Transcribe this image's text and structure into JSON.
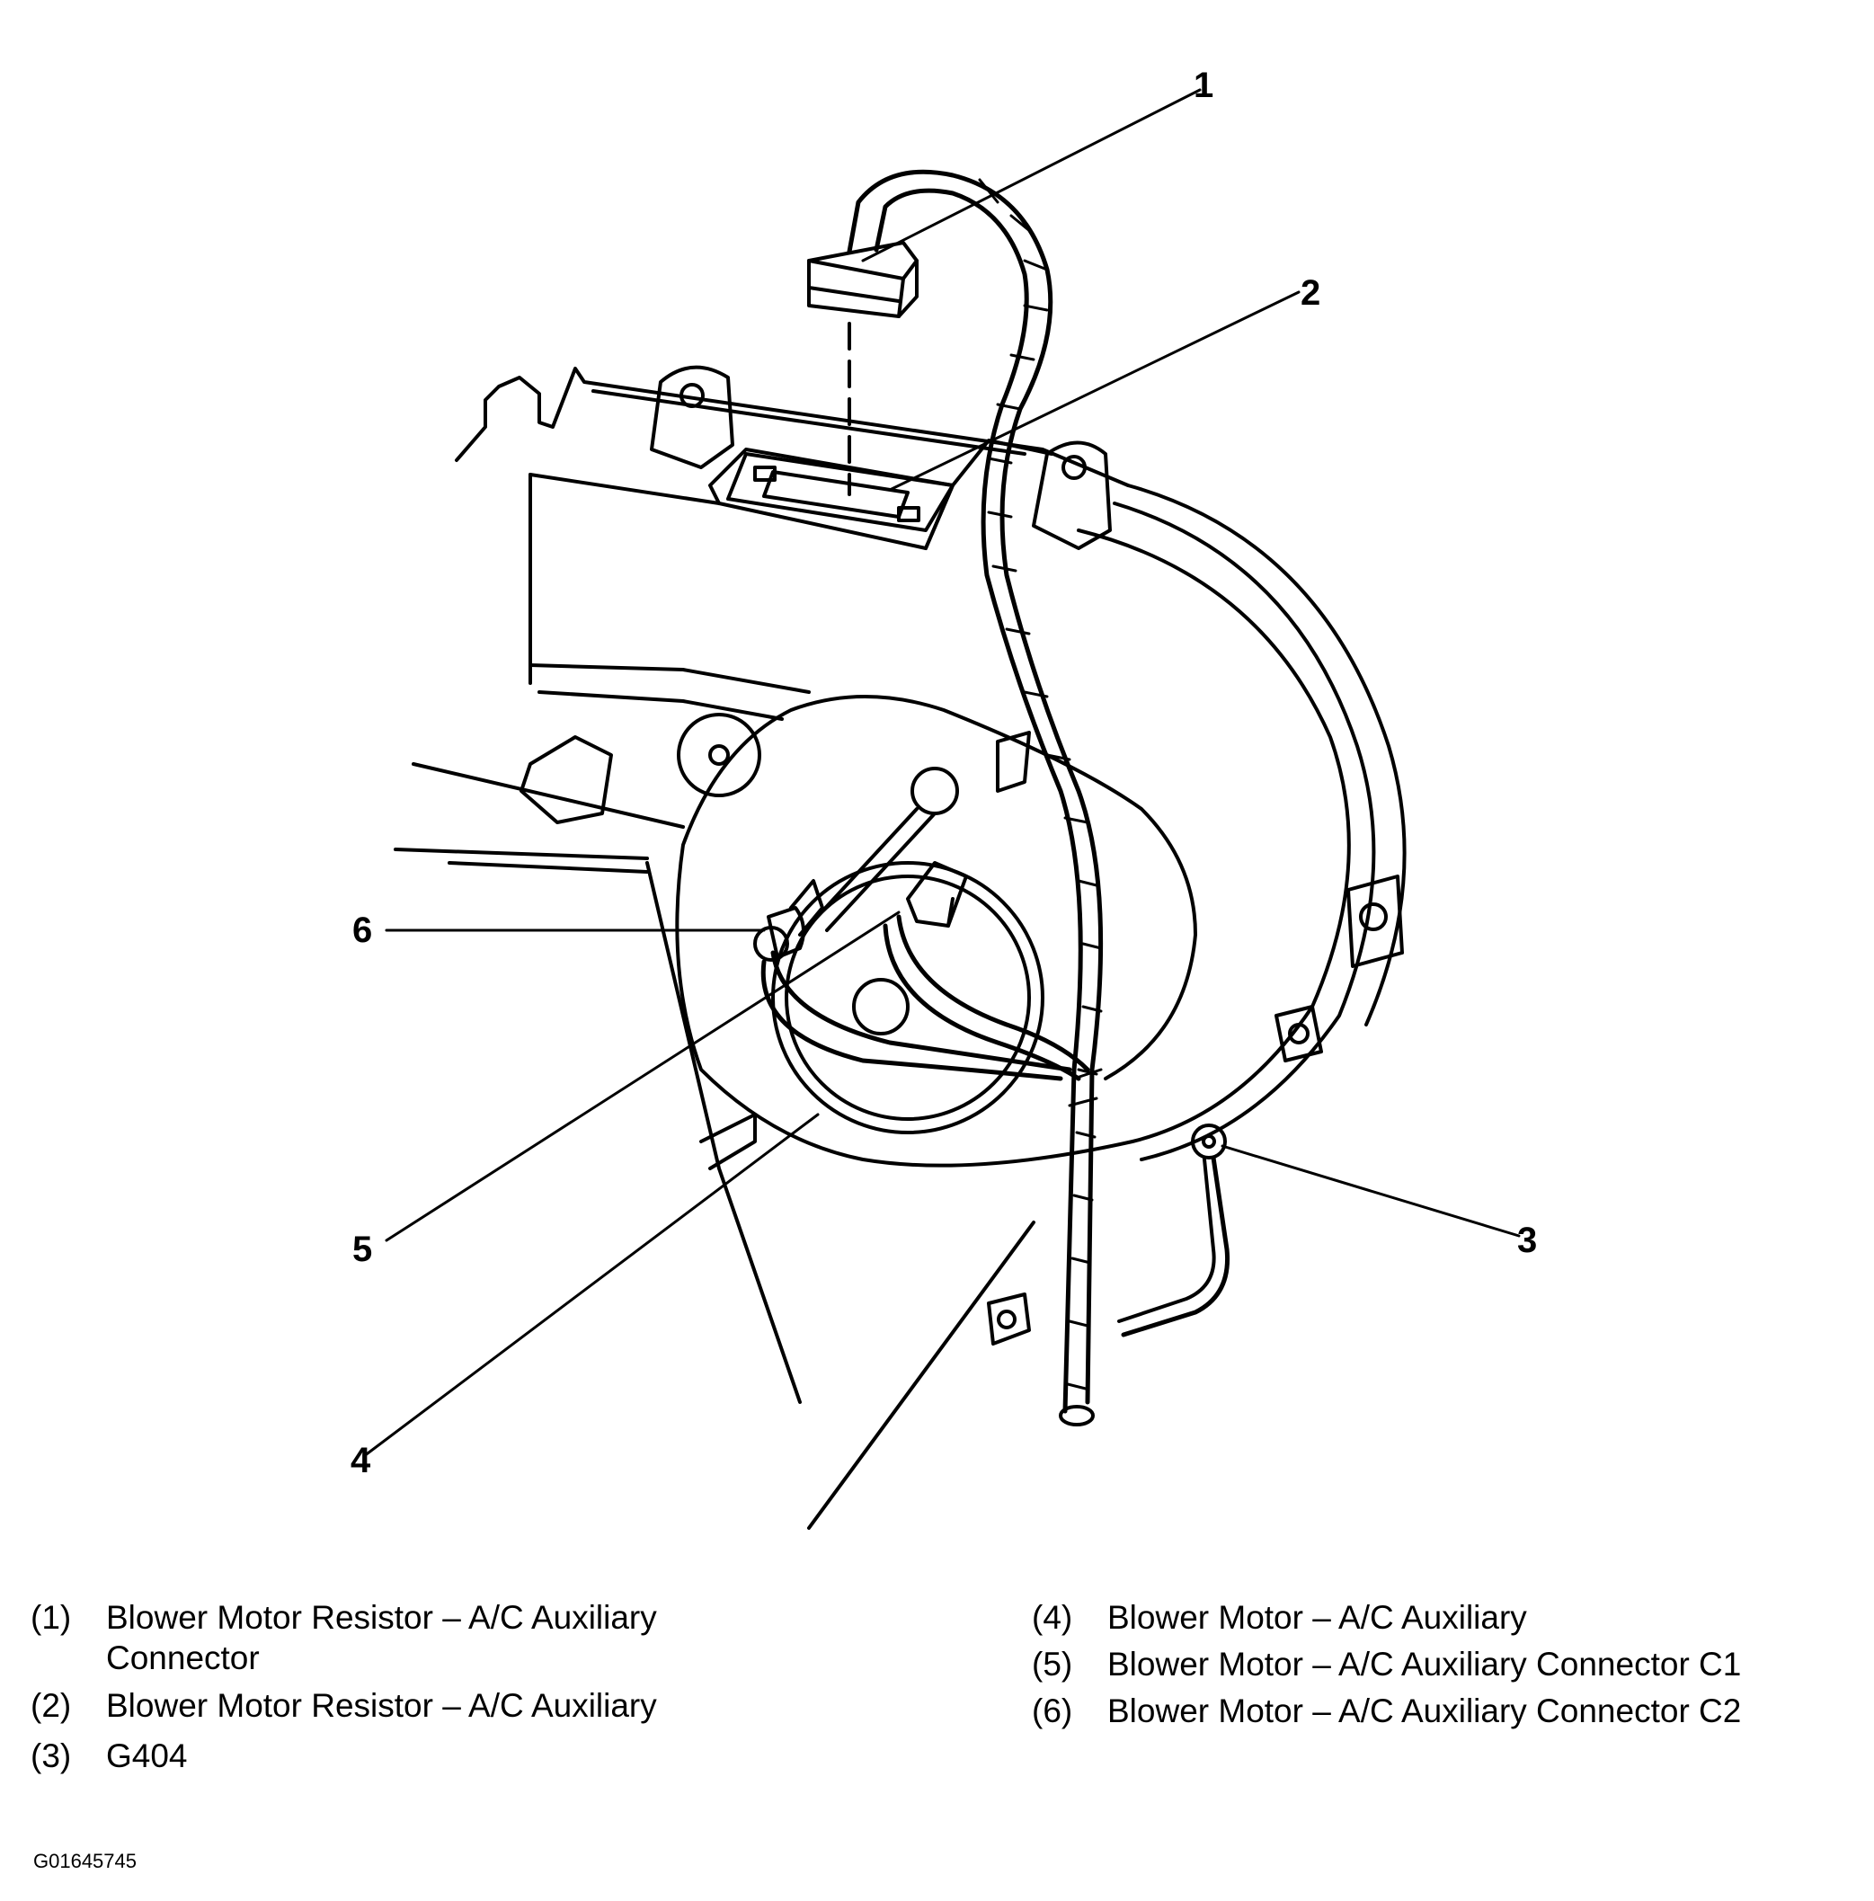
{
  "callouts": [
    "1",
    "2",
    "3",
    "4",
    "5",
    "6"
  ],
  "legend": {
    "items": [
      {
        "num": "(1)",
        "text": "Blower Motor Resistor – A/C Auxiliary",
        "text2": "Connector"
      },
      {
        "num": "(2)",
        "text": "Blower Motor Resistor – A/C Auxiliary"
      },
      {
        "num": "(3)",
        "text": "G404"
      },
      {
        "num": "(4)",
        "text": "Blower Motor – A/C Auxiliary"
      },
      {
        "num": "(5)",
        "text": "Blower Motor – A/C Auxiliary Connector C1"
      },
      {
        "num": "(6)",
        "text": "Blower Motor – A/C Auxiliary Connector C2"
      }
    ]
  },
  "figure_id": "G01645745"
}
